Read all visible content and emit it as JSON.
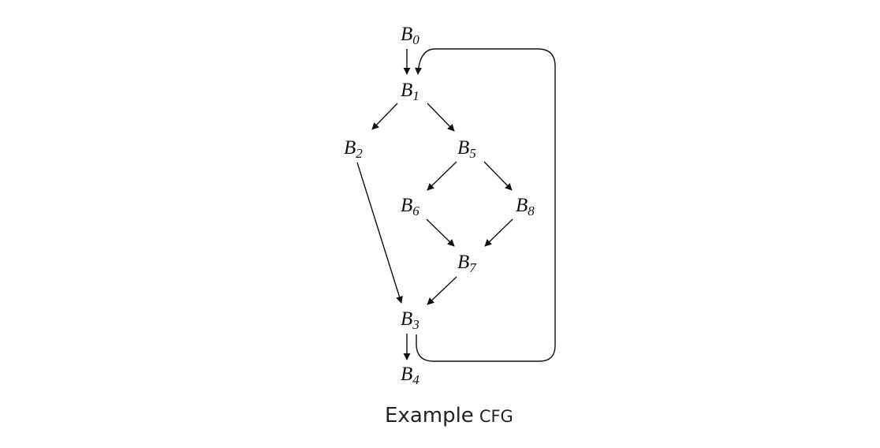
{
  "diagram": {
    "nodes": [
      {
        "id": "B0",
        "letter": "B",
        "sub": "0"
      },
      {
        "id": "B1",
        "letter": "B",
        "sub": "1"
      },
      {
        "id": "B2",
        "letter": "B",
        "sub": "2"
      },
      {
        "id": "B5",
        "letter": "B",
        "sub": "5"
      },
      {
        "id": "B6",
        "letter": "B",
        "sub": "6"
      },
      {
        "id": "B8",
        "letter": "B",
        "sub": "8"
      },
      {
        "id": "B7",
        "letter": "B",
        "sub": "7"
      },
      {
        "id": "B3",
        "letter": "B",
        "sub": "3"
      },
      {
        "id": "B4",
        "letter": "B",
        "sub": "4"
      }
    ],
    "edges": [
      {
        "from": "B0",
        "to": "B1"
      },
      {
        "from": "B1",
        "to": "B2"
      },
      {
        "from": "B1",
        "to": "B5"
      },
      {
        "from": "B5",
        "to": "B6"
      },
      {
        "from": "B5",
        "to": "B8"
      },
      {
        "from": "B6",
        "to": "B7"
      },
      {
        "from": "B8",
        "to": "B7"
      },
      {
        "from": "B7",
        "to": "B3"
      },
      {
        "from": "B2",
        "to": "B3"
      },
      {
        "from": "B3",
        "to": "B4"
      },
      {
        "from": "B3",
        "to": "B1"
      }
    ],
    "caption": {
      "word": "Example",
      "acronym": "CFG"
    }
  }
}
